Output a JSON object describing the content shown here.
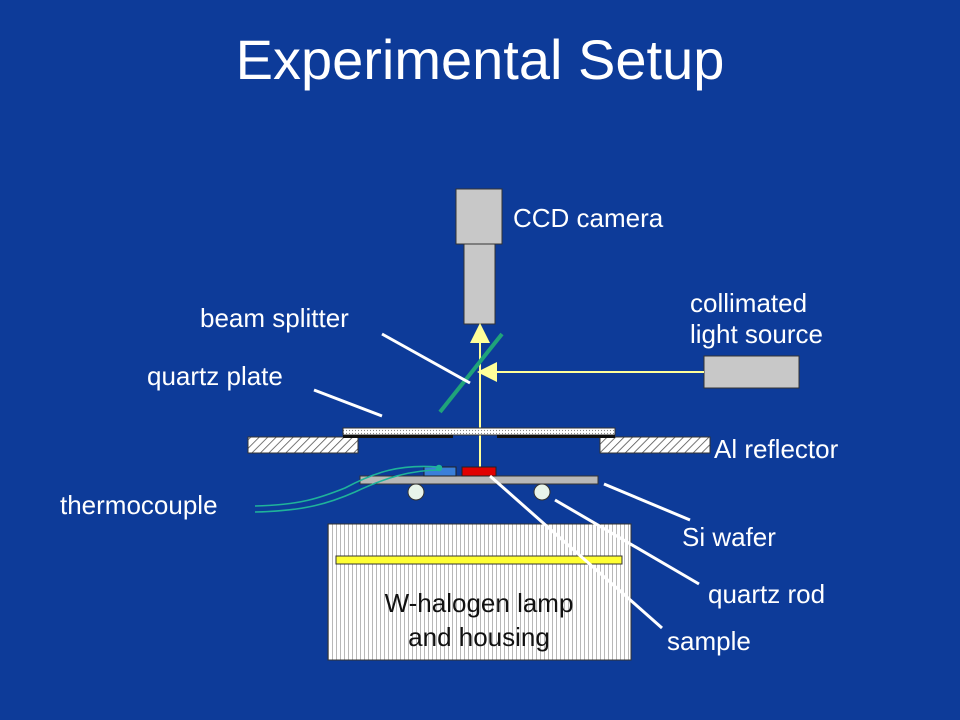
{
  "title": "Experimental Setup",
  "labels": {
    "ccd_camera": "CCD camera",
    "collimated_line1": "collimated",
    "collimated_line2": "light source",
    "beam_splitter": "beam splitter",
    "quartz_plate": "quartz plate",
    "al_reflector": "Al reflector",
    "thermocouple": "thermocouple",
    "si_wafer": "Si wafer",
    "quartz_rod": "quartz rod",
    "sample": "sample",
    "lamp_line1": "W-halogen lamp",
    "lamp_line2": "and housing"
  },
  "colors": {
    "background": "#0d3b99",
    "text": "#ffffff",
    "light_ray": "#ffff99",
    "beam_splitter": "#1fa37a",
    "thermocouple_wire": "#1fb39a",
    "camera": "#c8c8c8",
    "lamp_filament": "#ffff33",
    "sample_red": "#e00000",
    "sample_blue": "#3a7fd9",
    "quartz_rod": "#e8f4ea"
  }
}
